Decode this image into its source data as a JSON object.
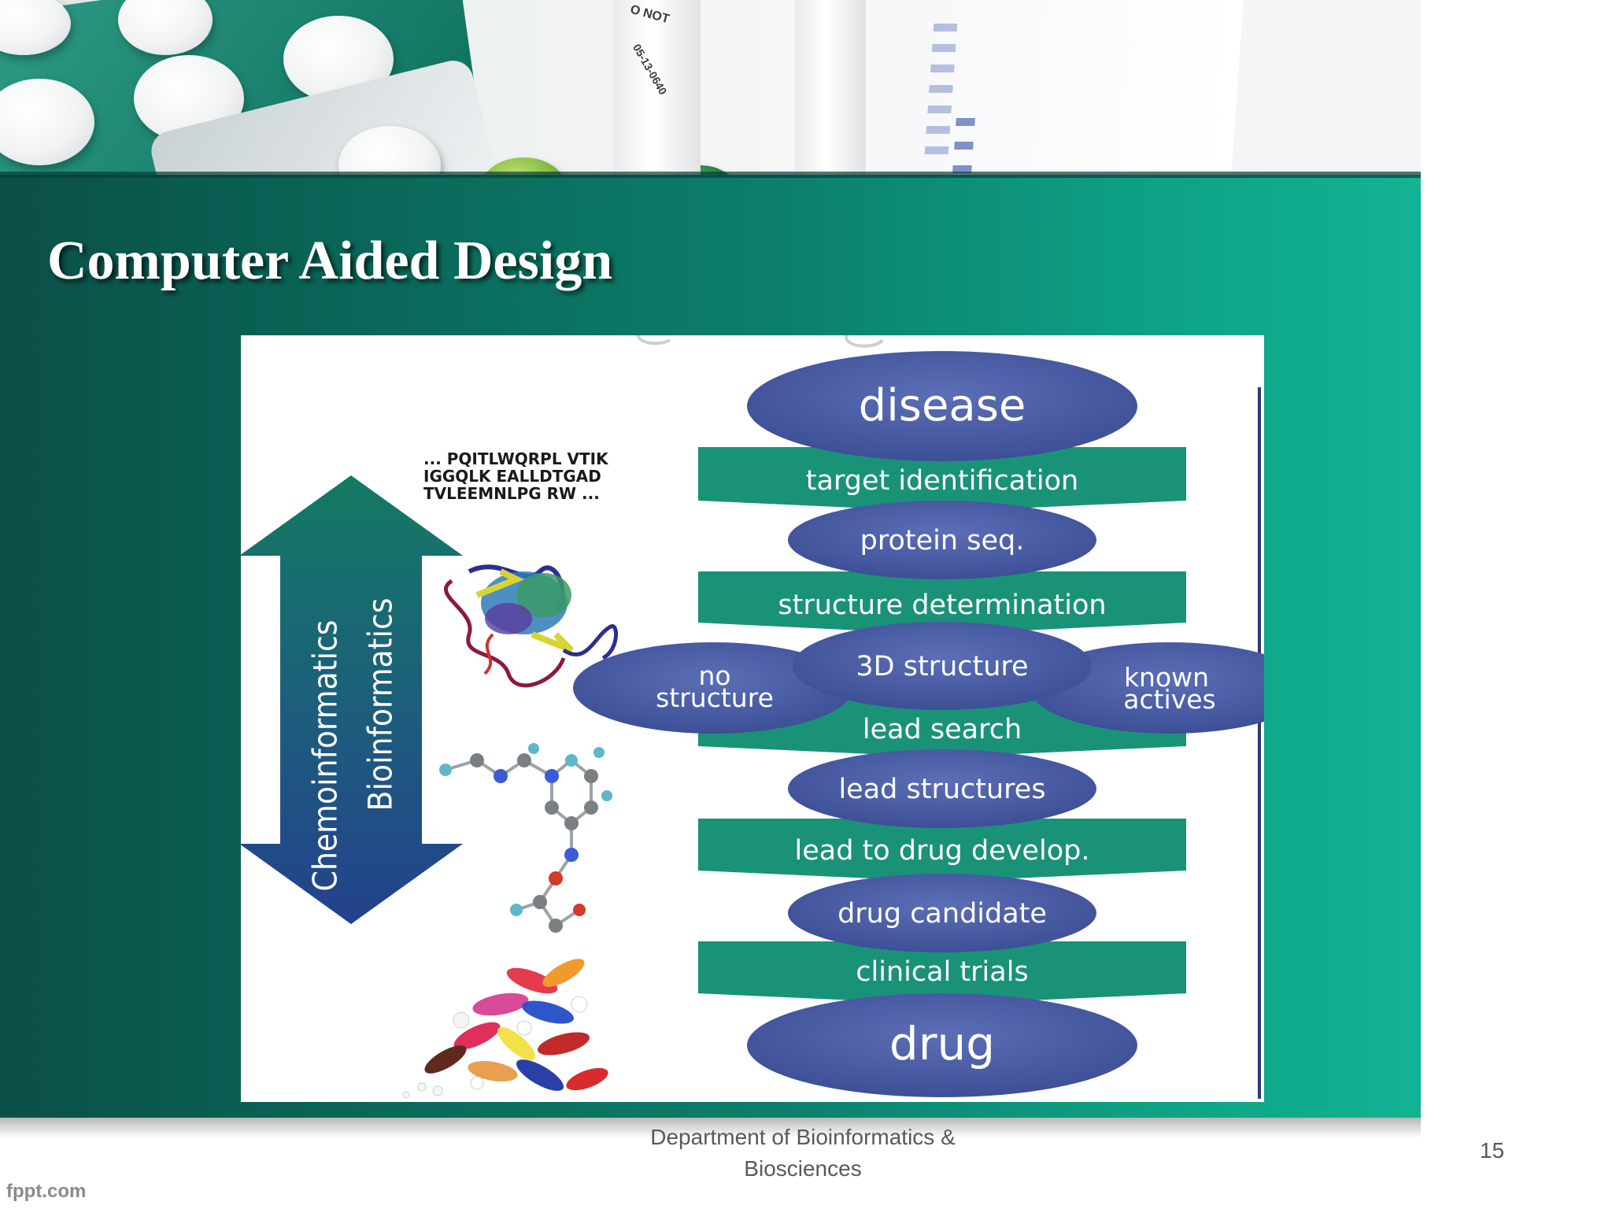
{
  "slide": {
    "title": "Computer Aided Design",
    "footer_department": "Department of Bioinformatics & Biosciences",
    "page_number": "15",
    "brand": "fppt.com"
  },
  "header_photo": {
    "bottle_label_line1": "O NOT",
    "bottle_label_line2": "05-13-0640"
  },
  "diagram": {
    "sequence_text": "... PQITLWQRPL VTIK\nIGGQLK EALLDTGAD\nTVLEEMNLPG RW ...",
    "arrow_labels": {
      "top": "Bioinformatics",
      "bottom": "Chemoinformatics"
    },
    "stages": {
      "disease": "disease",
      "target_identification": "target identification",
      "protein_seq": "protein seq.",
      "structure_determination": "structure determination",
      "structure_3d": "3D structure",
      "no_structure_line1": "no",
      "no_structure_line2": "structure",
      "known_actives_line1": "known",
      "known_actives_line2": "actives",
      "lead_search": "lead search",
      "lead_structures": "lead structures",
      "lead_to_drug": "lead to drug develop.",
      "drug_candidate": "drug candidate",
      "clinical_trials": "clinical trials",
      "drug": "drug"
    },
    "colors": {
      "ellipse": "#4659a3",
      "band": "#1a9278",
      "arrow_top": "#137a63",
      "arrow_bottom": "#23418d"
    }
  }
}
